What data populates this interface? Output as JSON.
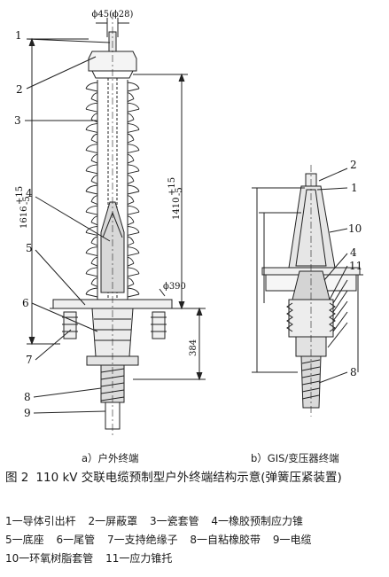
{
  "figure": {
    "dimensions": {
      "top_diameter": "ϕ45(ϕ28)",
      "left_height": "1616",
      "left_height_tol_upper": "+15",
      "left_height_tol_lower": "-5",
      "right_height": "1410",
      "right_height_tol_upper": "+15",
      "right_height_tol_lower": "-5",
      "base_diameter": "ϕ390",
      "base_height": "384"
    },
    "left_callouts": [
      "1",
      "2",
      "3",
      "4",
      "5",
      "6",
      "7",
      "8",
      "9"
    ],
    "right_callouts": [
      "2",
      "1",
      "10",
      "4",
      "11",
      "8"
    ],
    "subcaption_a": "a）户外终端",
    "subcaption_b": "b）GIS/变压器终端",
    "caption_number": "图 2",
    "caption_text": "110 kV 交联电缆预制型户外终端结构示意(弹簧压紧装置)",
    "legend_rows": [
      [
        "1一导体引出杆",
        "2一屏蔽罩",
        "3一瓷套管",
        "4一橡胶预制应力锥"
      ],
      [
        "5一底座",
        "6一尾管",
        "7一支持绝缘子",
        "8一自粘橡胶带",
        "9一电缆"
      ],
      [
        "10一环氧树脂套管",
        "11一应力锥托"
      ]
    ]
  }
}
